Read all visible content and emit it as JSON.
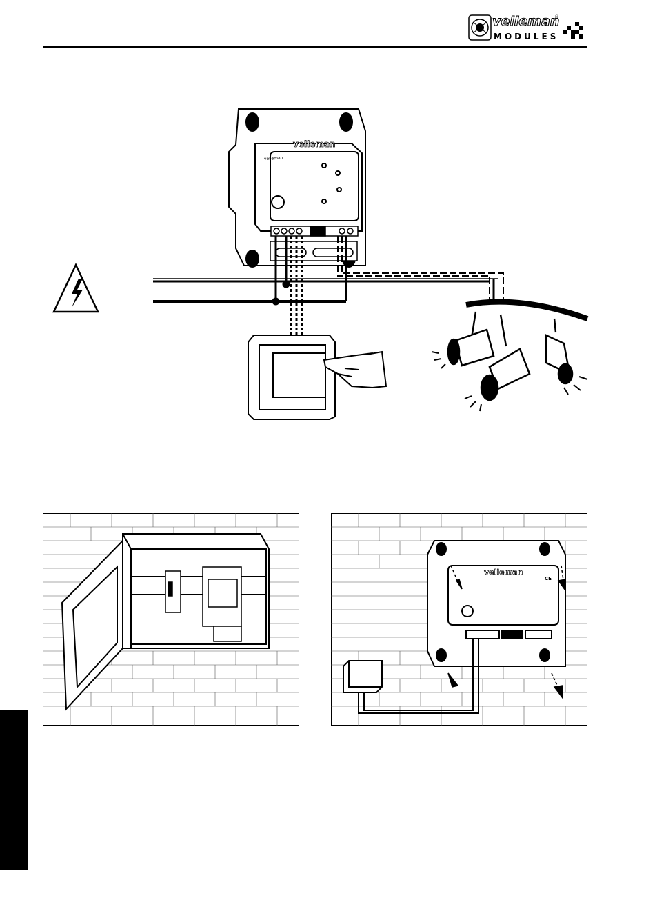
{
  "header": {
    "brand_name": "velleman",
    "brand_sub": "MODULES",
    "registered_mark": "®"
  },
  "top_diagram": {
    "module_brand": "velleman",
    "module_small_label": "velleman"
  },
  "panel_right": {
    "module_brand": "velleman",
    "ce_mark": "CE"
  },
  "colors": {
    "ink": "#000000",
    "paper": "#ffffff",
    "side_tab": "#000000"
  },
  "icons": [
    "high-voltage-warning-icon",
    "pointing-hand-icon",
    "spotlight-icon"
  ]
}
